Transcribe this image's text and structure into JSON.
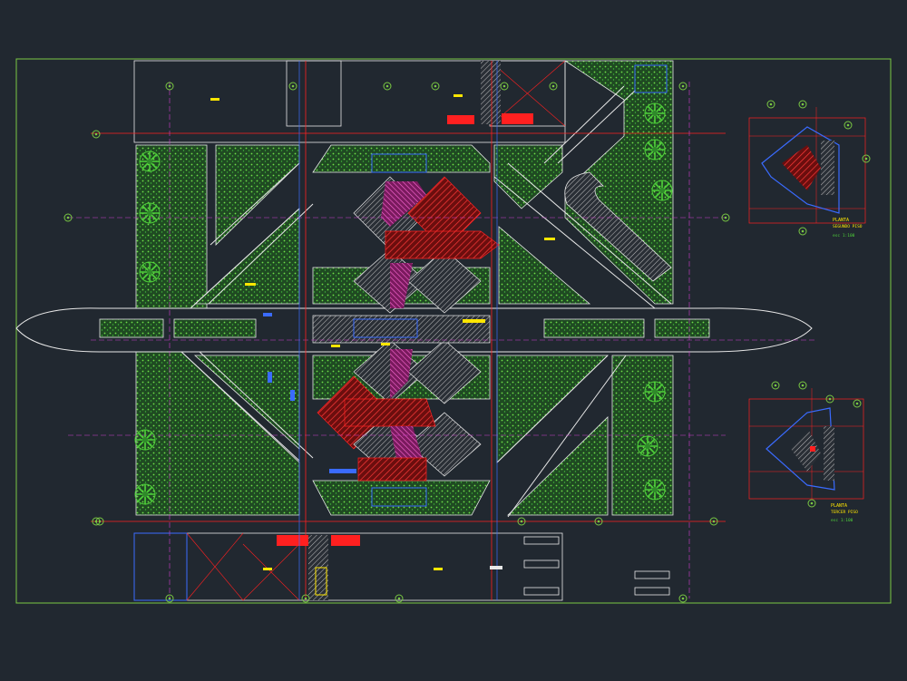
{
  "drawing": {
    "background": "#212830",
    "colors": {
      "frame": "#7ac943",
      "road": "#d9d9d9",
      "green": "#2f6b2a",
      "tree": "#4fd13a",
      "axis_red": "#ff2020",
      "axis_magenta": "#d040d0",
      "yellow": "#ffe600",
      "blue": "#3a6bff",
      "white": "#e8e8e8",
      "pink": "#ff4fc8",
      "darkred": "#b01818"
    },
    "icons": [
      "palm-tree-icon",
      "axis-bubble-icon",
      "hatch-pattern"
    ]
  },
  "detail_top": {
    "line1": "PLANTA",
    "line2": "SEGUNDO PISO",
    "line3": "esc 1:100"
  },
  "detail_bottom": {
    "line1": "PLANTA",
    "line2": "TERCER PISO",
    "line3": "esc 1:100"
  }
}
